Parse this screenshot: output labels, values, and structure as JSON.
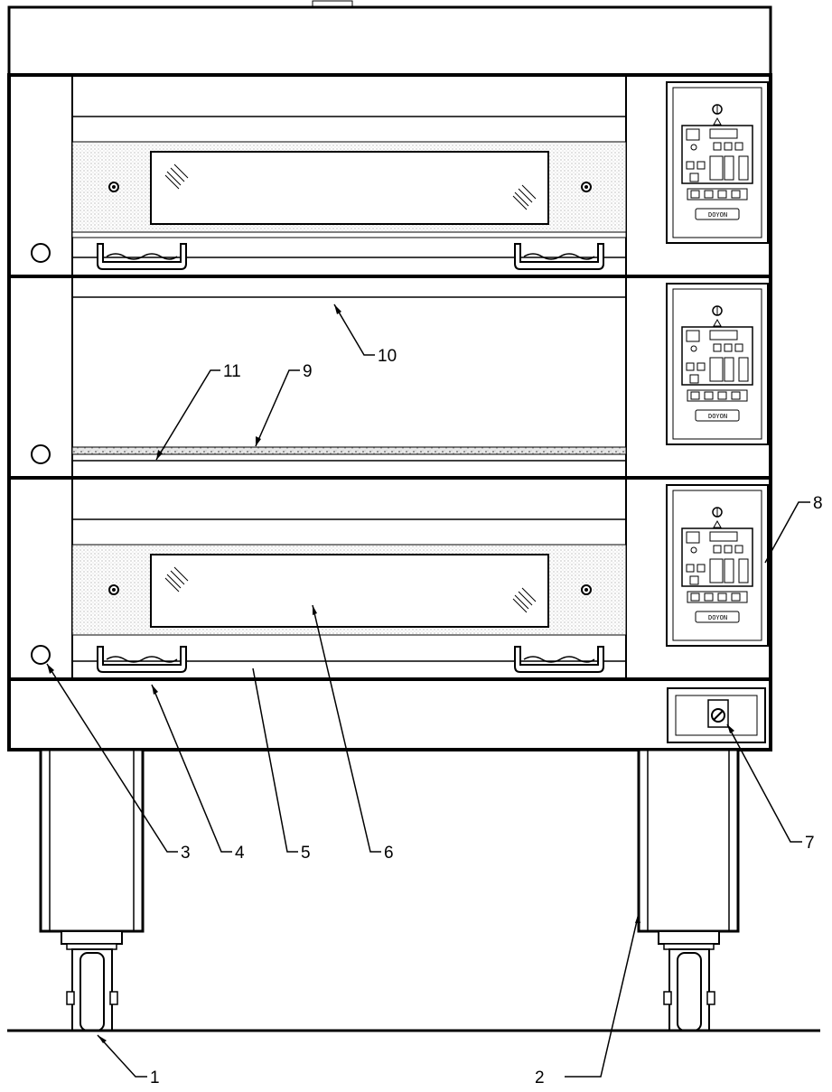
{
  "diagram": {
    "callouts": [
      {
        "id": "1",
        "label": "1"
      },
      {
        "id": "2",
        "label": "2"
      },
      {
        "id": "3",
        "label": "3"
      },
      {
        "id": "4",
        "label": "4"
      },
      {
        "id": "5",
        "label": "5"
      },
      {
        "id": "6",
        "label": "6"
      },
      {
        "id": "7",
        "label": "7"
      },
      {
        "id": "8",
        "label": "8"
      },
      {
        "id": "9",
        "label": "9"
      },
      {
        "id": "10",
        "label": "10"
      },
      {
        "id": "11",
        "label": "11"
      }
    ],
    "control_panel": {
      "brand": "DOYON"
    },
    "deck_count": 3,
    "colors": {
      "line": "#000000",
      "background": "#ffffff",
      "texture": "#bdbdbd"
    }
  }
}
